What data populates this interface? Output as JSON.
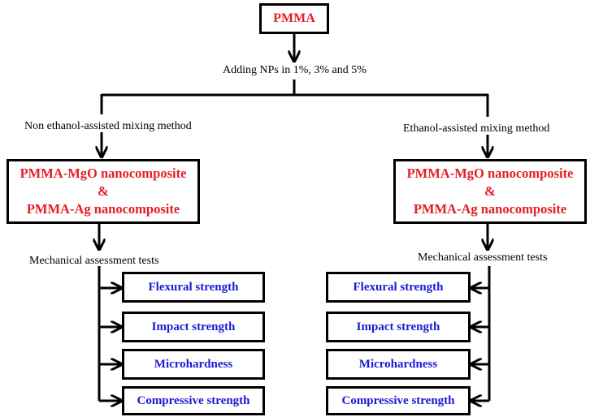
{
  "root": {
    "label": "PMMA"
  },
  "adding_label": "Adding NPs in 1%, 3% and 5%",
  "left_branch": {
    "method": "Non ethanol-assisted  mixing method",
    "composite": {
      "line1": "PMMA-MgO nanocomposite",
      "line2": "&",
      "line3": "PMMA-Ag nanocomposite"
    },
    "tests_label": "Mechanical assessment tests",
    "tests": [
      "Flexural strength",
      "Impact strength",
      "Microhardness",
      "Compressive strength"
    ]
  },
  "right_branch": {
    "method": "Ethanol-assisted  mixing method",
    "composite": {
      "line1": "PMMA-MgO nanocomposite",
      "line2": "&",
      "line3": "PMMA-Ag nanocomposite"
    },
    "tests_label": "Mechanical assessment tests",
    "tests": [
      "Flexural strength",
      "Impact strength",
      "Microhardness",
      "Compressive strength"
    ]
  },
  "colors": {
    "composite_text": "#e31e24",
    "test_text": "#1a1ad6",
    "lines": "#000000"
  }
}
